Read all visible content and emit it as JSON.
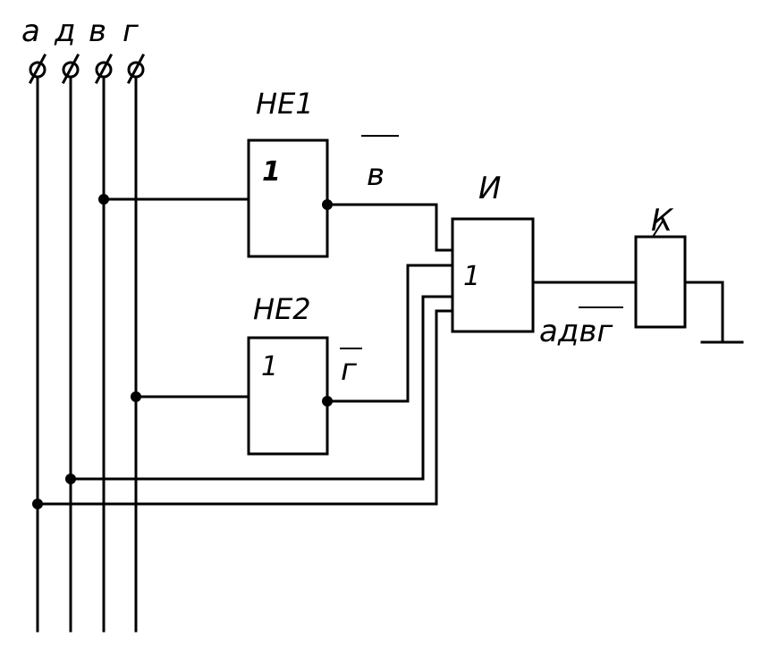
{
  "terminals": [
    {
      "id": "a",
      "label": "а"
    },
    {
      "id": "d",
      "label": "д"
    },
    {
      "id": "v",
      "label": "в"
    },
    {
      "id": "g",
      "label": "г"
    }
  ],
  "gates": {
    "ne1": {
      "label": "НЕ1",
      "symbol": "1",
      "output": "в"
    },
    "ne2": {
      "label": "НЕ2",
      "symbol": "1",
      "output": "г"
    },
    "and": {
      "label": "И",
      "symbol": "1",
      "output": "адвг"
    }
  },
  "relay": {
    "label": "К"
  }
}
